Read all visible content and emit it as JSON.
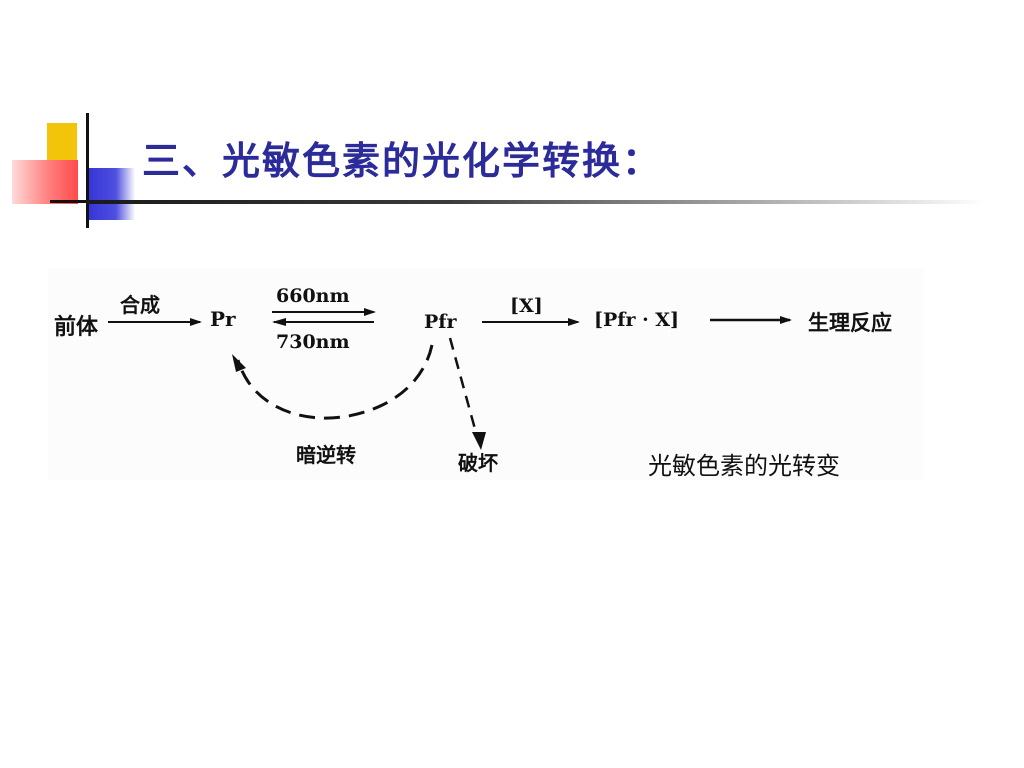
{
  "slide": {
    "title": "三、光敏色素的光化学转换：",
    "caption": "光敏色素的光转变"
  },
  "diagram": {
    "precursor": "前体",
    "synthesis": "合成",
    "pr": "Pr",
    "pfr": "Pfr",
    "forward_light": "660nm",
    "reverse_light": "730nm",
    "x_factor": "[X]",
    "complex": "[Pfr · X]",
    "physiological_response": "生理反应",
    "dark_reversion": "暗逆转",
    "destruction": "破坏"
  },
  "colors": {
    "title": "#2b2b9a",
    "accent_yellow": "#f2c40a",
    "accent_blue": "#3434d6",
    "accent_red": "#ff4a4a"
  }
}
